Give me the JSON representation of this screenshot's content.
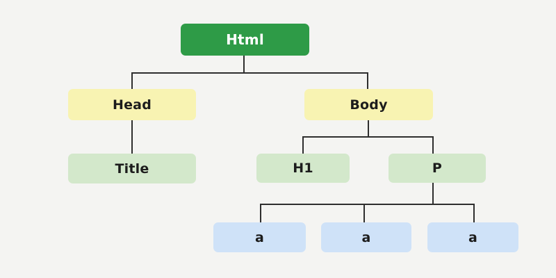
{
  "diagram": {
    "type": "tree",
    "description_of_structure": "DOM tree: Html > (Head > Title) and (Body > H1, P > a a a)",
    "nodes": {
      "html": {
        "label": "Html",
        "level": 0,
        "color": "#2e9b47",
        "text_color": "#ffffff"
      },
      "head": {
        "label": "Head",
        "level": 1,
        "color": "#f8f3b2",
        "text_color": "#1c1c1c"
      },
      "body": {
        "label": "Body",
        "level": 1,
        "color": "#f8f3b2",
        "text_color": "#1c1c1c"
      },
      "title": {
        "label": "Title",
        "level": 2,
        "color": "#d3e8cb",
        "text_color": "#1c1c1c"
      },
      "h1": {
        "label": "H1",
        "level": 2,
        "color": "#d3e8cb",
        "text_color": "#1c1c1c"
      },
      "p": {
        "label": "P",
        "level": 2,
        "color": "#d3e8cb",
        "text_color": "#1c1c1c"
      },
      "a1": {
        "label": "a",
        "level": 3,
        "color": "#cfe2f8",
        "text_color": "#1c1c1c"
      },
      "a2": {
        "label": "a",
        "level": 3,
        "color": "#cfe2f8",
        "text_color": "#1c1c1c"
      },
      "a3": {
        "label": "a",
        "level": 3,
        "color": "#cfe2f8",
        "text_color": "#1c1c1c"
      }
    },
    "edges": [
      [
        "html",
        "head"
      ],
      [
        "html",
        "body"
      ],
      [
        "head",
        "title"
      ],
      [
        "body",
        "h1"
      ],
      [
        "body",
        "p"
      ],
      [
        "p",
        "a1"
      ],
      [
        "p",
        "a2"
      ],
      [
        "p",
        "a3"
      ]
    ],
    "colors": {
      "background": "#f4f4f2",
      "connector": "#2e2e2e",
      "root_fill": "#2e9b47",
      "level1_fill": "#f8f3b2",
      "level2_fill": "#d3e8cb",
      "level3_fill": "#cfe2f8"
    }
  }
}
